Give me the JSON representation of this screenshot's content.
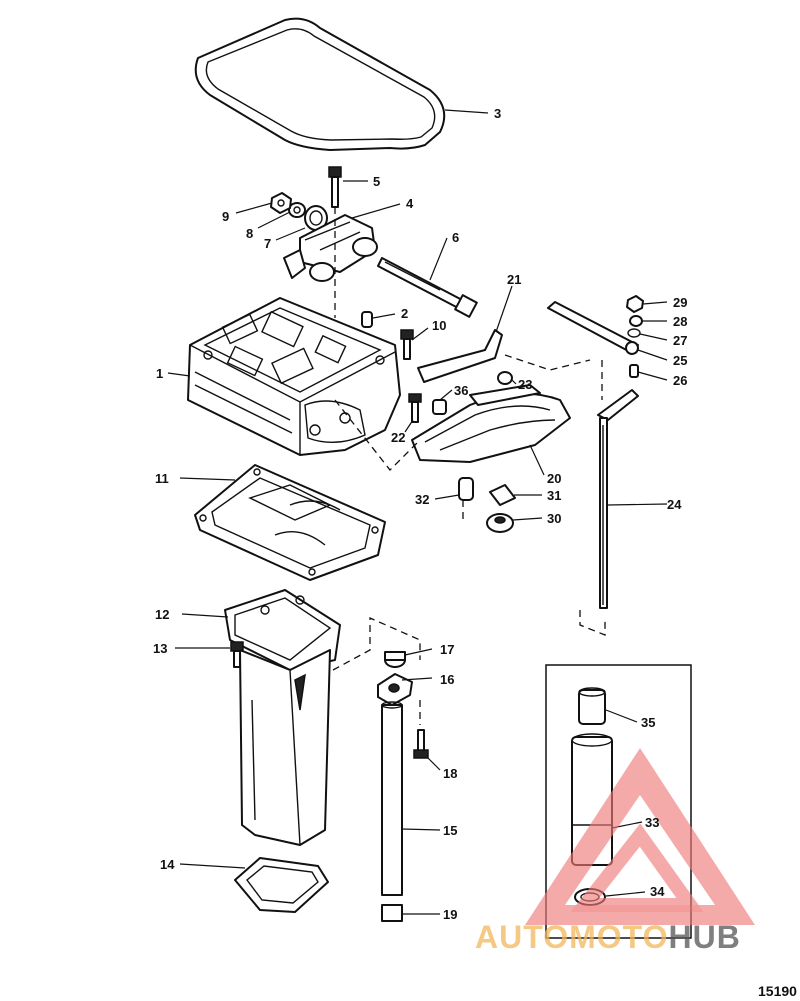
{
  "figure_number": "15190",
  "callouts": [
    {
      "id": "c1",
      "label": "1"
    },
    {
      "id": "c2",
      "label": "2"
    },
    {
      "id": "c3",
      "label": "3"
    },
    {
      "id": "c4",
      "label": "4"
    },
    {
      "id": "c5",
      "label": "5"
    },
    {
      "id": "c6",
      "label": "6"
    },
    {
      "id": "c7",
      "label": "7"
    },
    {
      "id": "c8",
      "label": "8"
    },
    {
      "id": "c9",
      "label": "9"
    },
    {
      "id": "c10",
      "label": "10"
    },
    {
      "id": "c11",
      "label": "11"
    },
    {
      "id": "c12",
      "label": "12"
    },
    {
      "id": "c13",
      "label": "13"
    },
    {
      "id": "c14",
      "label": "14"
    },
    {
      "id": "c15",
      "label": "15"
    },
    {
      "id": "c16",
      "label": "16"
    },
    {
      "id": "c17",
      "label": "17"
    },
    {
      "id": "c18",
      "label": "18"
    },
    {
      "id": "c19",
      "label": "19"
    },
    {
      "id": "c20",
      "label": "20"
    },
    {
      "id": "c21",
      "label": "21"
    },
    {
      "id": "c22",
      "label": "22"
    },
    {
      "id": "c23",
      "label": "23"
    },
    {
      "id": "c24",
      "label": "24"
    },
    {
      "id": "c25",
      "label": "25"
    },
    {
      "id": "c26",
      "label": "26"
    },
    {
      "id": "c27",
      "label": "27"
    },
    {
      "id": "c28",
      "label": "28"
    },
    {
      "id": "c29",
      "label": "29"
    },
    {
      "id": "c30",
      "label": "30"
    },
    {
      "id": "c31",
      "label": "31"
    },
    {
      "id": "c32",
      "label": "32"
    },
    {
      "id": "c33",
      "label": "33"
    },
    {
      "id": "c34",
      "label": "34"
    },
    {
      "id": "c35",
      "label": "35"
    },
    {
      "id": "c36",
      "label": "36"
    }
  ],
  "watermark": {
    "part1": "AUTOMOTO",
    "part2": "HUB",
    "color_primary": "#f07a7a",
    "color_accent": "#f2b85c",
    "color_dark": "#555555"
  }
}
